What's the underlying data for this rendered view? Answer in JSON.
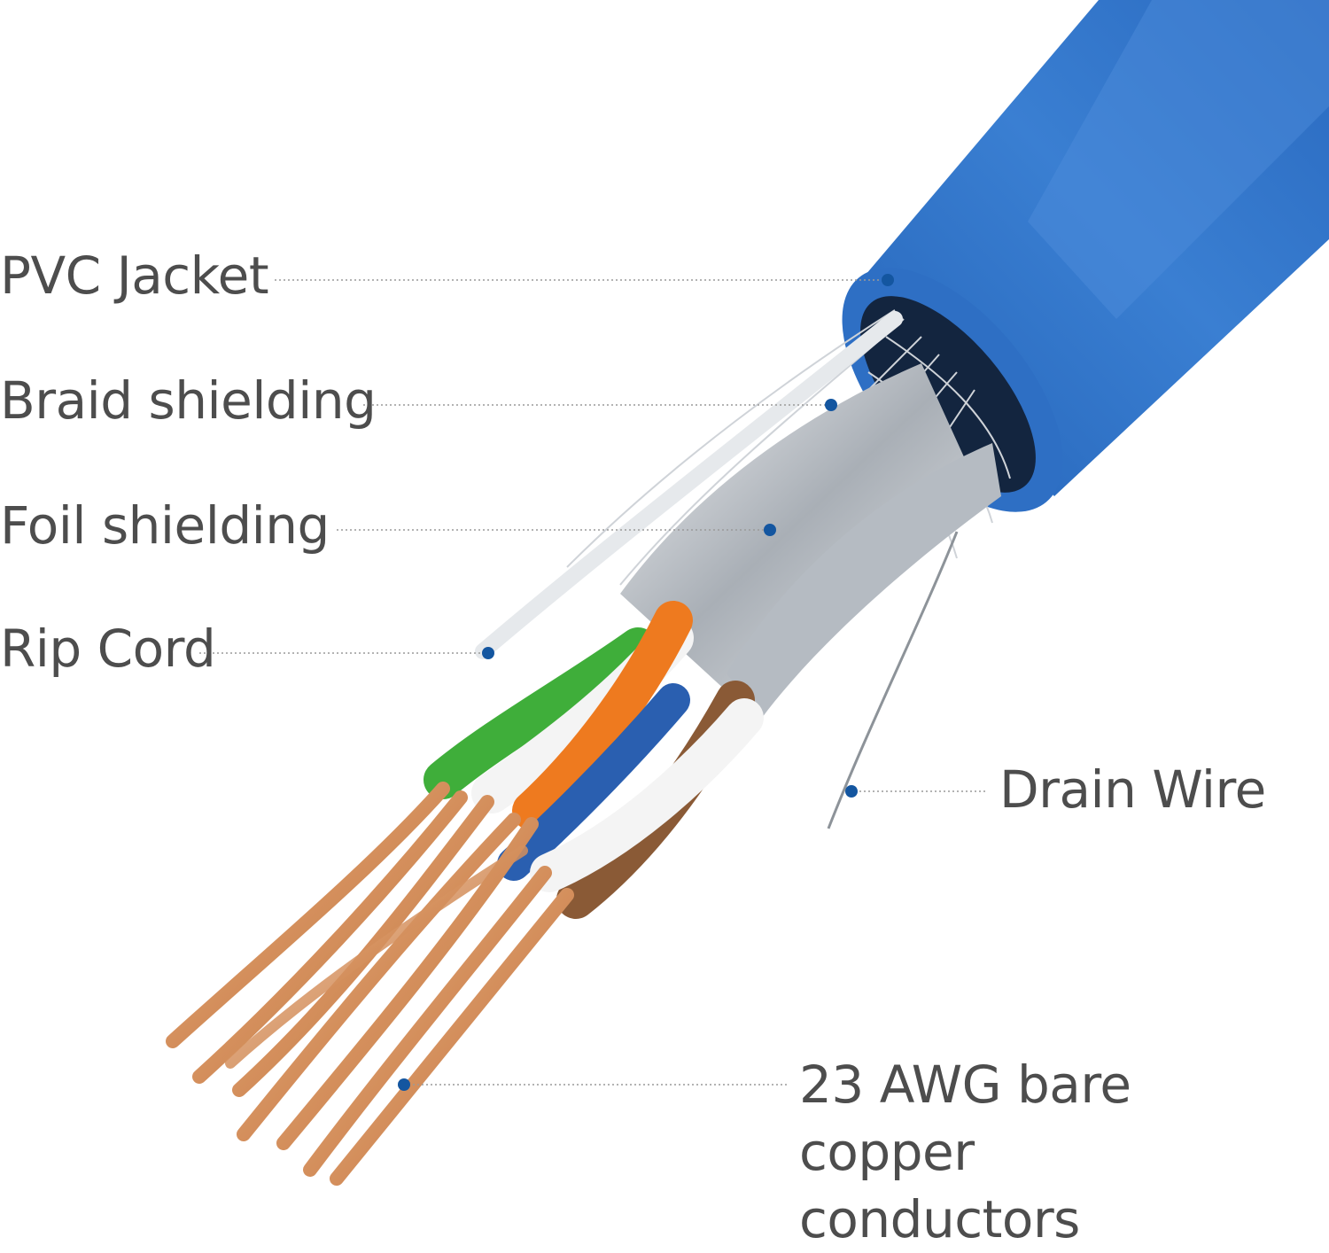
{
  "labels": {
    "pvc_jacket": "PVC Jacket",
    "braid_shielding": "Braid shielding",
    "foil_shielding": "Foil shielding",
    "rip_cord": "Rip Cord",
    "drain_wire": "Drain Wire",
    "copper_line1": "23 AWG bare copper",
    "copper_line2": "conductors"
  },
  "colors": {
    "jacket": "#2e6fc4",
    "jacket_highlight": "#5a97de",
    "jacket_inner": "#1f57a8",
    "marker_dot": "#1456a0",
    "label_text": "#4d4d4d",
    "leader_line": "#9a9a9a",
    "copper": "#d89a6b",
    "green_wire": "#3fae3a",
    "orange_wire": "#ee7a1f",
    "brown_wire": "#8a5a36",
    "blue_wire": "#2a5fb0",
    "white_wire": "#f4f4f4",
    "foil": "#c9cdd2"
  }
}
